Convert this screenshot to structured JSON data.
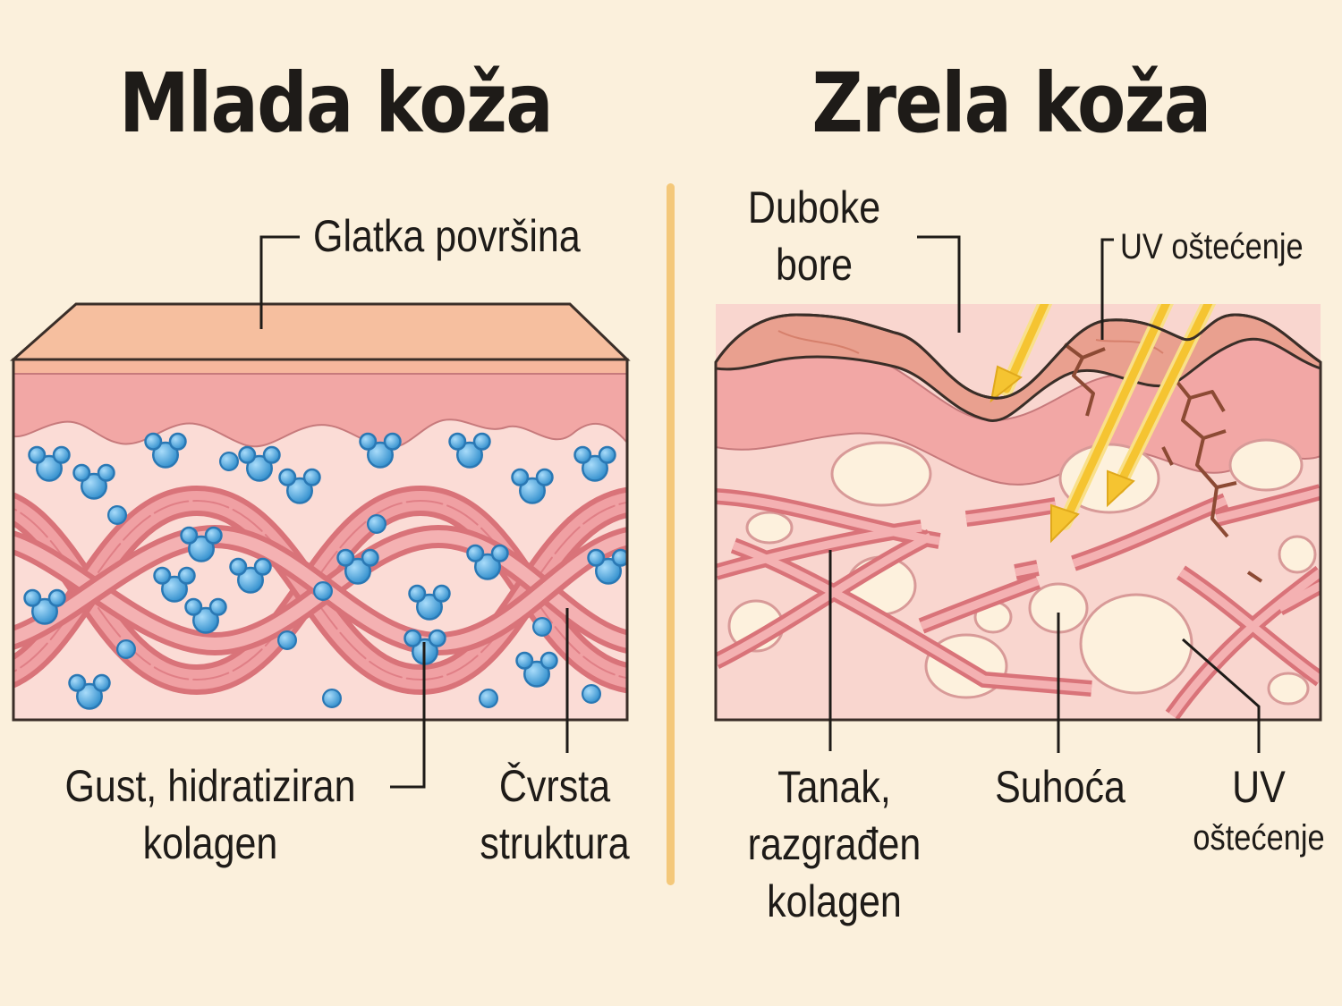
{
  "titles": {
    "left": "Mlada koža",
    "right": "Zrela koža"
  },
  "young_skin": {
    "smooth_surface": "Glatka površina",
    "hydrated_collagen": [
      "Gust, hidratiziran",
      "kolagen"
    ],
    "firm_structure": [
      "Čvrsta",
      "struktura"
    ]
  },
  "mature_skin": {
    "deep_wrinkles": [
      "Duboke",
      "bore"
    ],
    "uv_damage_top": "UV oštećenje",
    "thin_collagen": [
      "Tanak,",
      "razgrađen",
      "kolagen"
    ],
    "dryness": "Suhoća",
    "uv_damage_bottom": [
      "UV",
      "oštećenje"
    ]
  },
  "colors": {
    "background": "#fbf0dc",
    "divider": "#f4c87a",
    "epidermis": "#f6b9a0",
    "dermis": "#f3a8a8",
    "collagen": "#e9848c",
    "water_molecule": "#4ea6dc",
    "uv_ray": "#f5c431",
    "crack": "#8c4a34"
  },
  "icons": [
    "water-molecule-icon",
    "uv-ray-arrow-icon",
    "skin-crack-icon"
  ]
}
